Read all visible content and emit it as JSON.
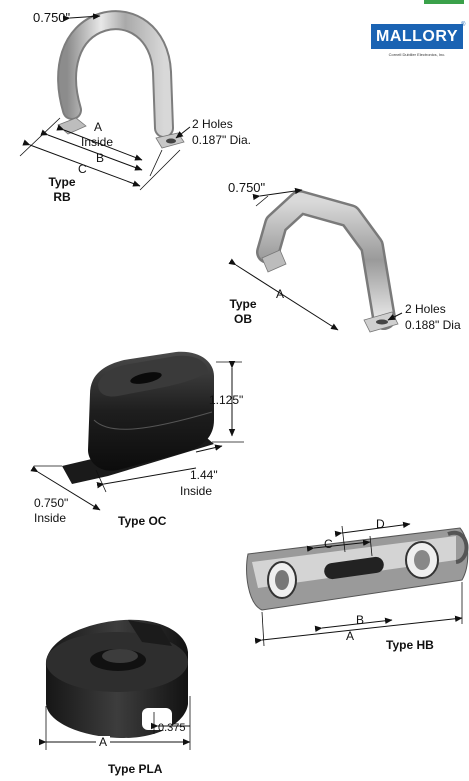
{
  "brand": {
    "logo_text": "MALLORY",
    "tagline": "Cornell Dubilier Electronics, Inc.",
    "accent_color": "#1a63b3"
  },
  "type_rb": {
    "title_line1": "Type",
    "title_line2": "RB",
    "width_dim": "0.750\"",
    "dim_a": "A",
    "dim_a_note": "Inside",
    "dim_b": "B",
    "dim_c": "C",
    "holes_line1": "2 Holes",
    "holes_line2": "0.187\" Dia."
  },
  "type_ob": {
    "title_line1": "Type",
    "title_line2": "OB",
    "width_dim": "0.750\"",
    "dim_a": "A",
    "holes_line1": "2 Holes",
    "holes_line2": "0.188\" Dia"
  },
  "type_oc": {
    "title": "Type OC",
    "height_dim": "1.125\"",
    "length_dim": "1.44\"",
    "length_note": "Inside",
    "width_dim": "0.750\"",
    "width_note": "Inside"
  },
  "type_hb": {
    "title": "Type HB",
    "dim_a": "A",
    "dim_b": "B",
    "dim_c": "C",
    "dim_d": "D"
  },
  "type_pla": {
    "title": "Type PLA",
    "dim_a": "A",
    "slot_dim": "0.375"
  }
}
